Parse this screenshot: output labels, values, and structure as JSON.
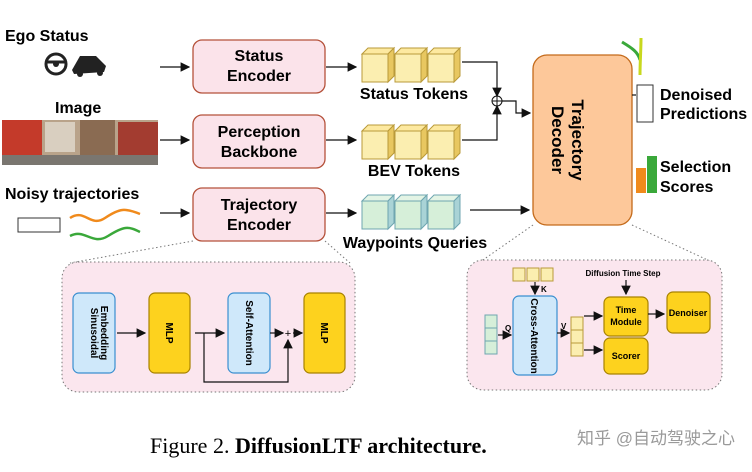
{
  "inputs": {
    "ego_status": "Ego Status",
    "image": "Image",
    "noisy_trajectories": "Noisy trajectories"
  },
  "encoders": {
    "status": [
      "Status",
      "Encoder"
    ],
    "perception": [
      "Perception",
      "Backbone"
    ],
    "trajectory": [
      "Trajectory",
      "Encoder"
    ]
  },
  "tokens": {
    "status": "Status Tokens",
    "bev": "BEV Tokens",
    "waypoints": "Waypoints Queries"
  },
  "decoder": [
    "Trajectory",
    "Decoder"
  ],
  "outputs": {
    "denoised": [
      "Denoised",
      "Predictions"
    ],
    "selection": [
      "Selection",
      "Scores"
    ]
  },
  "encoder_detail": {
    "sinusoidal": [
      "Sinusoidal",
      "Embedding"
    ],
    "mlp1": "MLP",
    "self_attention": "Self-Attention",
    "plus": "+",
    "mlp2": "MLP"
  },
  "decoder_detail": {
    "k": "K",
    "q": "Q",
    "v": "V",
    "cross_attention": "Cross-Attention",
    "diffusion_time_step": "Diffusion Time Step",
    "time_module": [
      "Time",
      "Module"
    ],
    "scorer": "Scorer",
    "denoiser": "Denoiser"
  },
  "caption": {
    "prefix": "Figure 2. ",
    "title": "DiffusionLTF architecture."
  },
  "watermark": "知乎 @自动驾驶之心",
  "colors": {
    "encoder": "#fbe3ea",
    "decoder": "#fdc89a",
    "token_yellow": "#fbeeb0",
    "token_green": "#d6efd9",
    "mlp": "#fdd21e",
    "attention": "#cfe8fa",
    "orange": "#f08a1c",
    "green": "#3aa83a"
  }
}
